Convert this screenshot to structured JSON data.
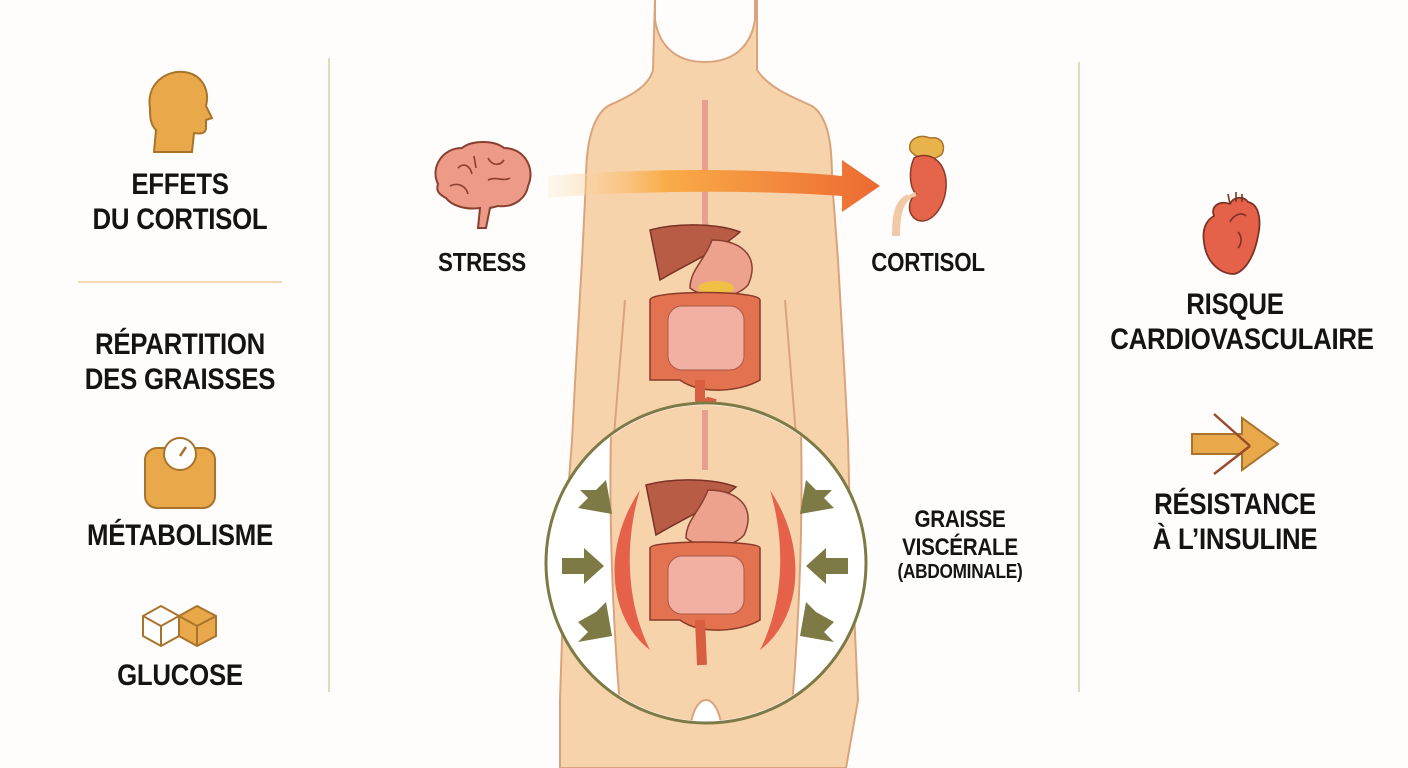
{
  "left_panel": {
    "title": {
      "line1": "EFFETS",
      "line2": "DU CORTISOL",
      "icon": "head-profile-icon"
    },
    "items": [
      {
        "line1": "RÉPARTITION",
        "line2": "DES GRAISSES"
      },
      {
        "label": "MÉTABOLISME",
        "icon": "scale-icon"
      },
      {
        "label": "GLUCOSE",
        "icon": "sugar-cubes-icon"
      }
    ]
  },
  "center": {
    "stress_label": "STRESS",
    "cortisol_label": "CORTISOL",
    "visceral": {
      "line1": "GRAISSE",
      "line2": "VISCÉRALE",
      "line3": "(ABDOMINALE)"
    }
  },
  "right_panel": {
    "items": [
      {
        "line1": "RISQUE",
        "line2": "CARDIOVASCULAIRE",
        "icon": "heart-icon"
      },
      {
        "line1": "RÉSISTANCE",
        "line2": "À L’INSULINE",
        "icon": "blocked-arrow-icon"
      }
    ]
  },
  "colors": {
    "accent_gold": "#e9a94a",
    "icon_stroke": "#a8742c",
    "organ_red": "#e0654a",
    "skin": "#f7d3ac",
    "skin_stroke": "#d9a47c",
    "circle_olive": "#7d7a45",
    "divider": "#e8d6be",
    "text": "#141414"
  }
}
